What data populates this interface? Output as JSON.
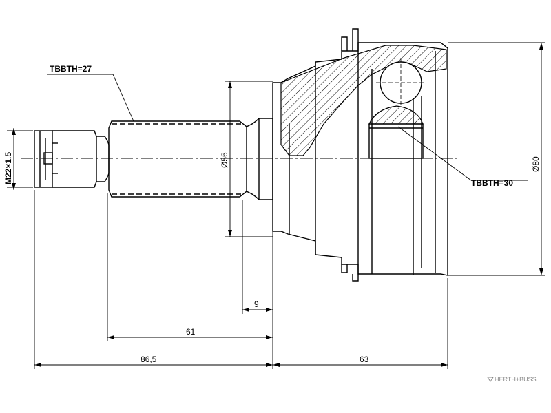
{
  "labels": {
    "spline_shaft": "TBBTH=27",
    "spline_inner": "TBBTH=30",
    "thread": "M22×1.5",
    "dia_shaft": "Ø56",
    "dia_housing": "Ø80",
    "dim_9": "9",
    "dim_61": "61",
    "dim_86_5": "86,5",
    "dim_63": "63"
  },
  "watermark": {
    "text": "HERTH+BUSS"
  },
  "colors": {
    "line": "#000000",
    "watermark": "#888888"
  }
}
